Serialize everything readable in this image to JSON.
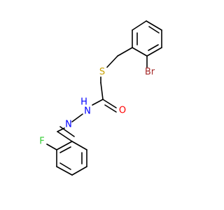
{
  "molecule": {
    "atoms": [
      {
        "label": "S",
        "color": "#C8A000"
      },
      {
        "label": "Br",
        "color": "#A52A2A"
      },
      {
        "label": "O",
        "color": "#FF0000"
      },
      {
        "label": "H",
        "color": "#0000FF"
      },
      {
        "label": "N",
        "color": "#0000FF"
      },
      {
        "label": "N",
        "color": "#0000FF"
      },
      {
        "label": "F",
        "color": "#33CC33"
      }
    ],
    "bond_color": "#000000"
  }
}
